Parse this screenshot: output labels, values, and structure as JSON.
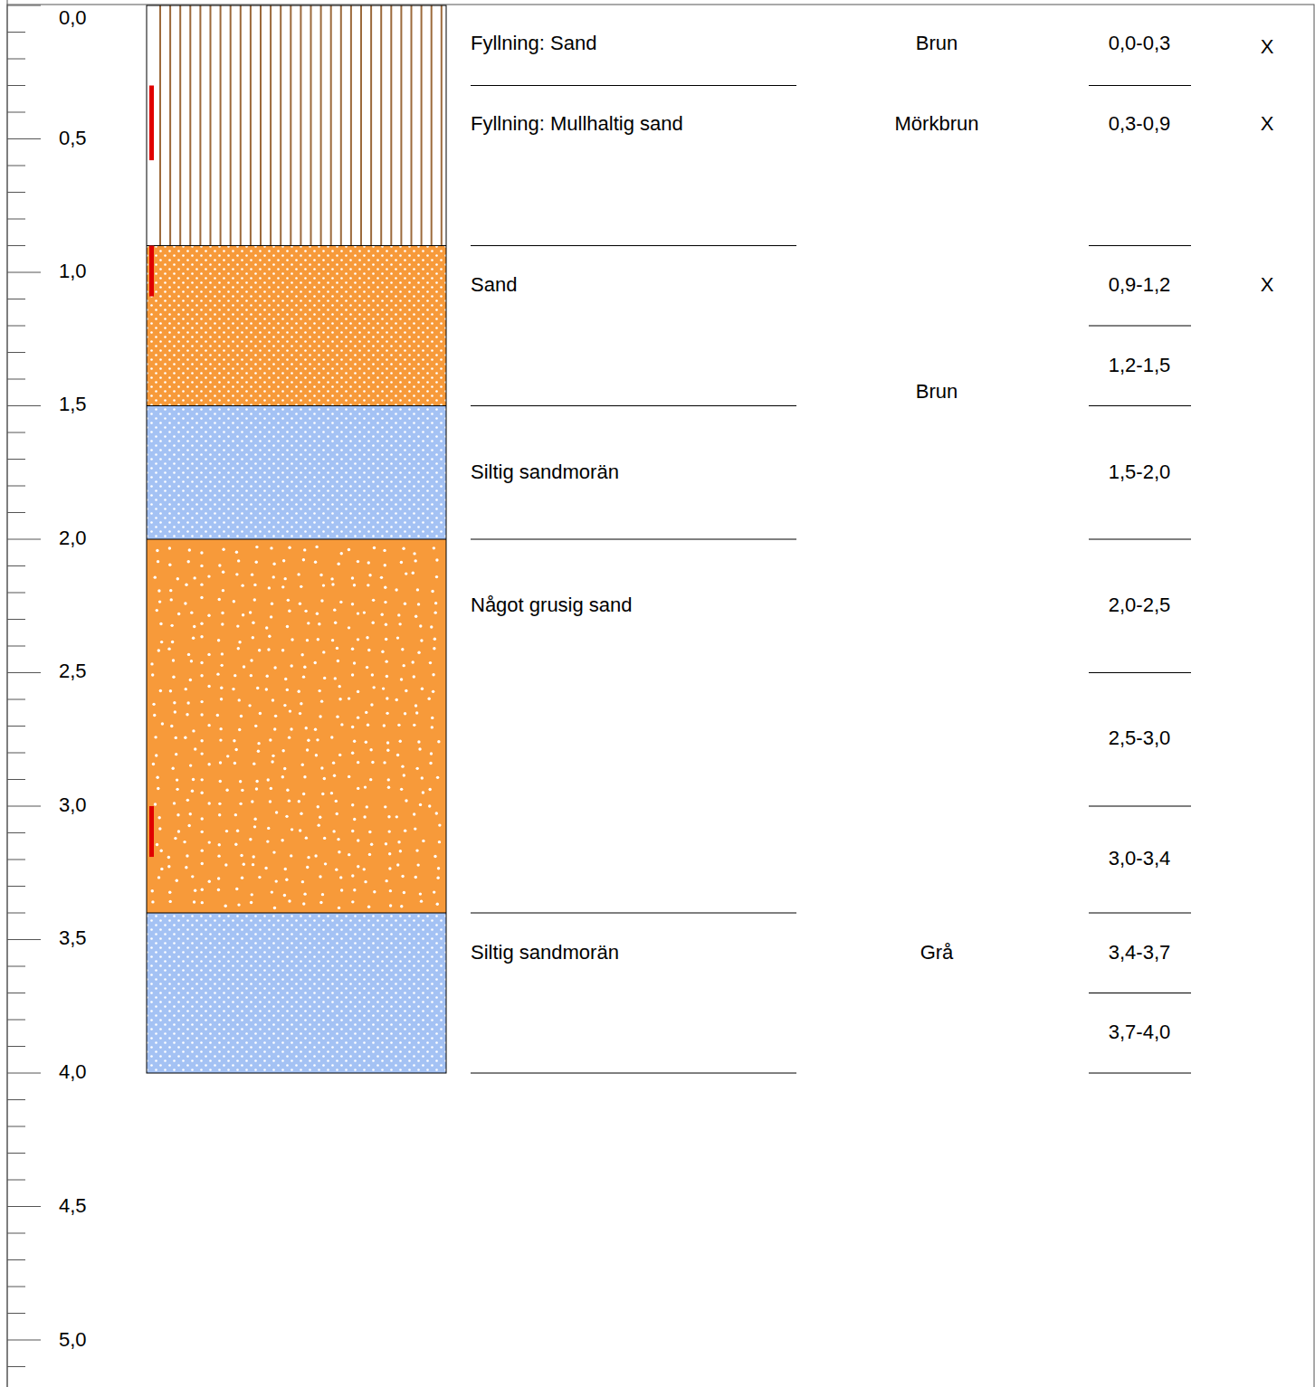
{
  "diagram": {
    "labels": [
      "0,0",
      "0,5",
      "1,0",
      "1,5",
      "2,0",
      "2,5",
      "3,0",
      "3,5",
      "4,0",
      "4,5",
      "5,0",
      "Fyllning: Sand",
      "Fyllning: Mullhaltig sand",
      "Sand",
      "Siltig sandmorän",
      "Något grusig sand",
      "Siltig sandmorän",
      "Brun",
      "Mörkbrun",
      "Brun",
      "Grå",
      "0,0-0,3",
      "0,3-0,9",
      "0,9-1,2",
      "1,2-1,5",
      "1,5-2,0",
      "2,0-2,5",
      "2,5-3,0",
      "3,0-3,4",
      "3,4-3,7",
      "3,7-4,0",
      "X",
      "X",
      "X"
    ]
  }
}
